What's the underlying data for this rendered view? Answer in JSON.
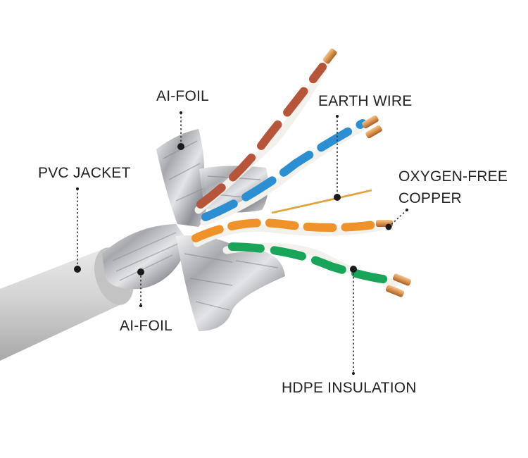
{
  "labels": {
    "al_foil_top": "AI-FOIL",
    "earth_wire": "EARTH WIRE",
    "pvc_jacket": "PVC JACKET",
    "oxygen_free_1": "OXYGEN-FREE",
    "oxygen_free_2": "COPPER",
    "al_foil_bottom": "AI-FOIL",
    "hdpe_insulation": "HDPE INSULATION"
  },
  "colors": {
    "background": "#ffffff",
    "jacket": "#d6d6d6",
    "foil": "#c9cacd",
    "copper": "#d9914d",
    "wire_orange": "#f0922a",
    "wire_blue": "#2b8fd1",
    "wire_green": "#18a55a",
    "wire_brown": "#b7553b",
    "wire_white": "#f3f1ec",
    "earth_wire": "#e0a23a",
    "text": "#222222",
    "leader": "#333333"
  }
}
